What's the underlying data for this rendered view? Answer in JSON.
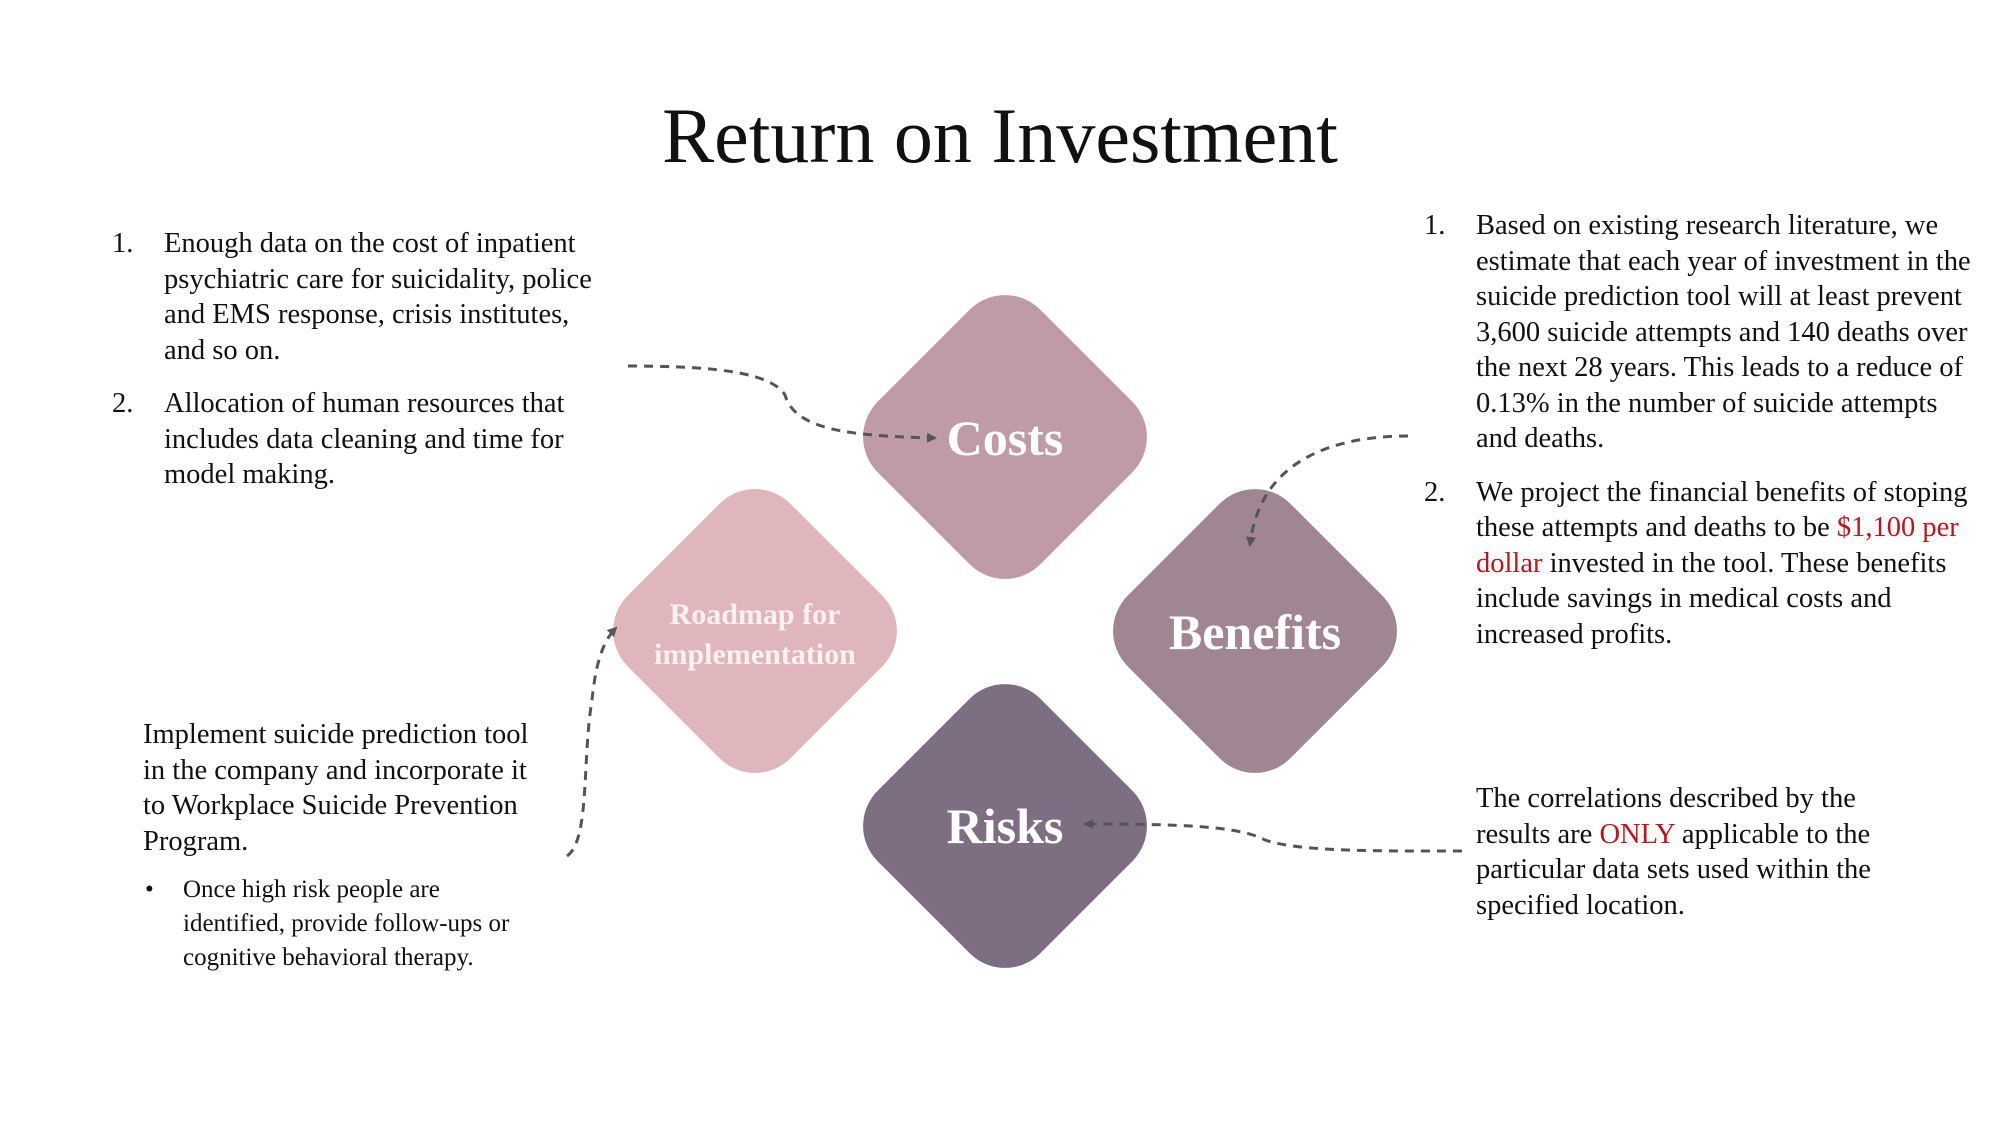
{
  "title": "Return on Investment",
  "diagram": {
    "costs": "Costs",
    "roadmap_line1": "Roadmap for",
    "roadmap_line2": "implementation",
    "benefits": "Benefits",
    "risks": "Risks",
    "colors": {
      "costs": "#bf9ba5",
      "roadmap": "#dfb6bc",
      "benefits": "#a08592",
      "risks": "#7e6e82"
    }
  },
  "costs_text": {
    "items": [
      {
        "num": "1.",
        "text": "Enough data on the cost of inpatient psychiatric care for suicidality, police and EMS response, crisis institutes, and so on."
      },
      {
        "num": "2.",
        "text": "Allocation of human resources that includes data cleaning and time for model making."
      }
    ]
  },
  "benefits_text": {
    "item1": {
      "num": "1.",
      "text": "Based on existing research literature, we estimate that each year of investment in the suicide prediction tool will at least prevent 3,600 suicide attempts and 140 deaths over the next 28 years. This leads to a reduce of 0.13% in the number of suicide attempts and deaths."
    },
    "item2": {
      "num": "2.",
      "before": "We project the financial benefits of stoping these attempts and deaths to be ",
      "highlight": "$1,100 per dollar",
      "after": " invested in the tool. These benefits include savings in medical costs and increased profits."
    },
    "highlight_color": "#c0141c"
  },
  "roadmap_text": {
    "main": "Implement suicide prediction tool in the company and incorporate it to Workplace Suicide Prevention Program.",
    "bullet_symbol": "•",
    "bullet": "Once high risk people are identified, provide follow-ups or cognitive behavioral therapy."
  },
  "risks_text": {
    "before": "The correlations described by the results are ",
    "highlight": "ONLY",
    "after": " applicable to the particular data sets used within the specified location."
  }
}
